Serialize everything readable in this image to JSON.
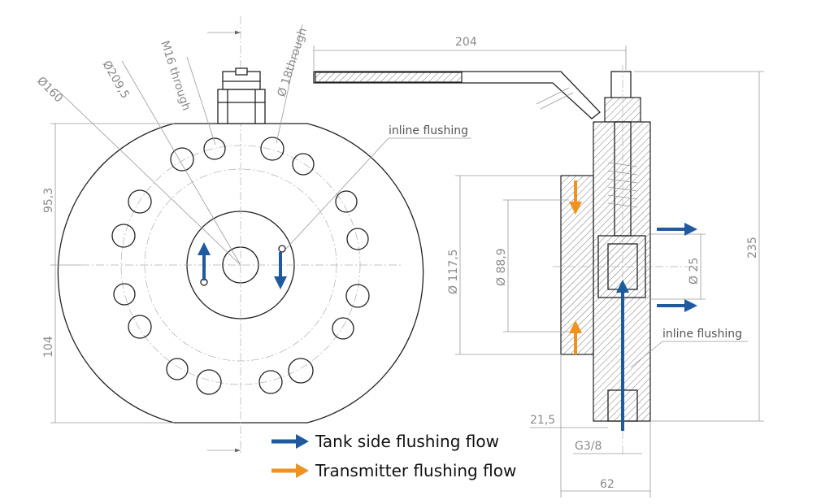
{
  "dimensions": {
    "d160": "Ø160",
    "d209": "Ø209,5",
    "m16": "M16 through",
    "d18": "Ø 18through",
    "h95": "95,3",
    "h104": "104",
    "w204": "204",
    "h235": "235",
    "d117": "Ø 117,5",
    "d88": "Ø 88,9",
    "d25": "Ø 25",
    "w21": "21,5",
    "g38": "G3/8",
    "w62": "62"
  },
  "callouts": {
    "inline_flushing_top": "inline flushing",
    "inline_flushing_side": "inline flushing"
  },
  "legend": {
    "tank": {
      "label": "Tank side flushing flow",
      "color": "#1f5a9e"
    },
    "transmitter": {
      "label": "Transmitter flushing flow",
      "color": "#f0921e"
    }
  },
  "colors": {
    "blue_arrow": "#1f5a9e",
    "orange_arrow": "#f0921e"
  }
}
